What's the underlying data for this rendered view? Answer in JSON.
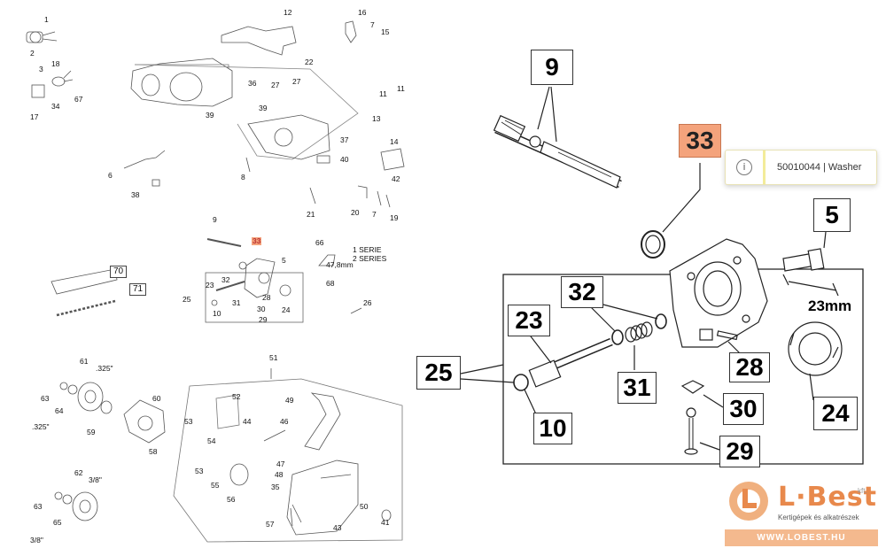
{
  "highlight_color": "#f4a37c",
  "overview_labels": [
    "1",
    "2",
    "3",
    "18",
    "67",
    "17",
    "34",
    "12",
    "16",
    "7",
    "15",
    "22",
    "36",
    "27",
    "27",
    "39",
    "11",
    "11",
    "39",
    "13",
    "14",
    "37",
    "6",
    "40",
    "42",
    "38",
    "8",
    "21",
    "20",
    "7",
    "19",
    "9",
    "33",
    "66",
    "1 SERIE",
    "2 SERIES",
    "47,8mm",
    "68",
    "70",
    "71",
    "5",
    "23",
    "32",
    "28",
    "31",
    "25",
    "10",
    "30",
    "29",
    "24",
    "26",
    "61",
    ".325\"",
    "63",
    "64",
    ".325\"",
    "59",
    "60",
    "58",
    "51",
    "52",
    "49",
    "53",
    "44",
    "46",
    "54",
    "47",
    "48",
    "35",
    "53",
    "55",
    "56",
    "57",
    "43",
    "50",
    "41",
    "62",
    "3/8\"",
    "63",
    "65",
    "3/8\""
  ],
  "detail": {
    "callouts": {
      "c9": "9",
      "c33": "33",
      "c5": "5",
      "c32": "32",
      "c23": "23",
      "c25": "25",
      "c28": "28",
      "c31": "31",
      "c10": "10",
      "c30": "30",
      "c24": "24",
      "c29": "29"
    },
    "dimension": "23mm"
  },
  "tooltip": {
    "icon": "info-icon",
    "text": "50010044 | Washer"
  },
  "logo": {
    "brand": "L·Best",
    "suffix": "kft.",
    "tagline": "Kertigépek és alkatrészek",
    "url": "WWW.LOBEST.HU",
    "color": "#e8894c"
  }
}
